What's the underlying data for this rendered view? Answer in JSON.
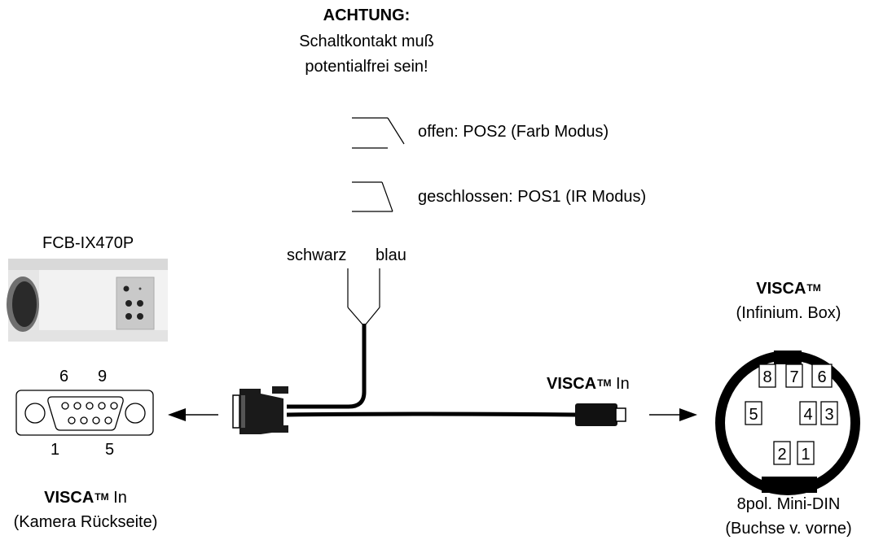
{
  "warning": {
    "title": "ACHTUNG:",
    "line1": "Schaltkontakt muß",
    "line2": "potentialfrei sein!"
  },
  "switch": {
    "open_label": "offen: POS2 (Farb Modus)",
    "closed_label": "geschlossen: POS1 (IR Modus)"
  },
  "wires": {
    "black": "schwarz",
    "blue": "blau"
  },
  "camera": {
    "model": "FCB-IX470P",
    "connector_top_left": "6",
    "connector_top_right": "9",
    "connector_bottom_left": "1",
    "connector_bottom_right": "5",
    "visca_label": "VISCA",
    "visca_tm": "TM",
    "visca_suffix": " In",
    "subtitle": "(Kamera Rückseite)"
  },
  "cable": {
    "visca_label": "VISCA",
    "visca_tm": "TM",
    "visca_suffix": " In"
  },
  "minidin": {
    "visca_label": "VISCA",
    "visca_tm": "TM",
    "subtitle": "(Infinium. Box)",
    "pins": [
      "8",
      "7",
      "6",
      "5",
      "4",
      "3",
      "2",
      "1"
    ],
    "caption_line1": "8pol. Mini-DIN",
    "caption_line2": "(Buchse v. vorne)"
  }
}
